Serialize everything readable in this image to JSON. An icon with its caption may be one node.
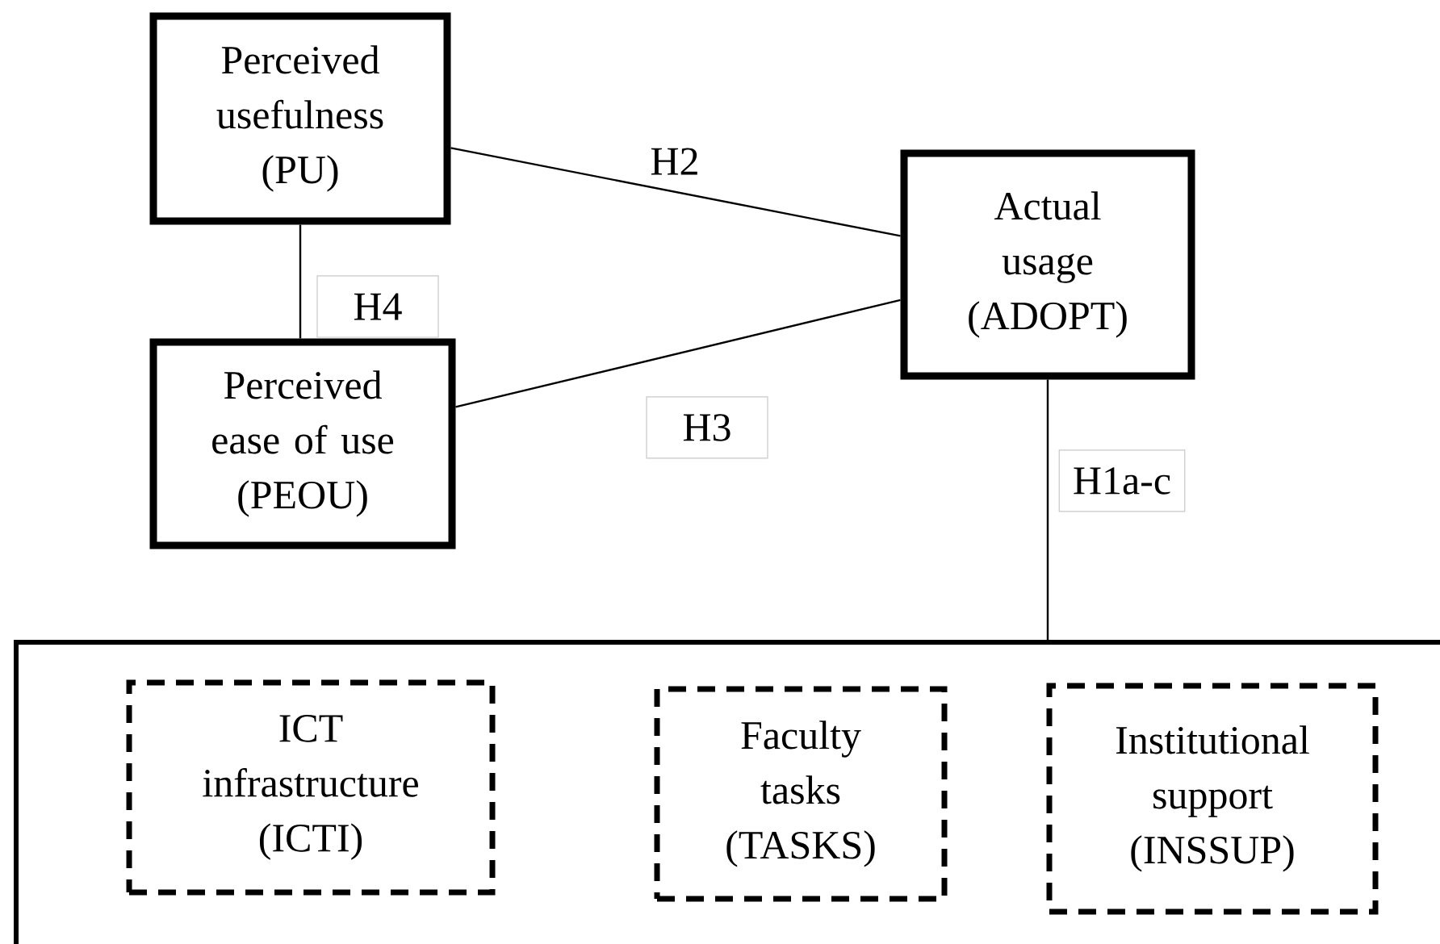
{
  "diagram": {
    "nodes": [
      {
        "text": [
          "Perceived usefulness (PU)"
        ]
      },
      {
        "text": [
          "Perceived ease of use (PEOU)"
        ]
      },
      {
        "text": [
          "Actual usage (ADOPT)"
        ]
      },
      {
        "text": [],
        "shape": "box"
      },
      {
        "text": [
          "ICT infrastructure (ICTI)"
        ],
        "in": 3
      },
      {
        "text": [
          "Faculty tasks (TASKS)"
        ],
        "in": 3
      },
      {
        "text": [
          "Institutional support (INSSUP)"
        ],
        "in": 3
      }
    ],
    "edges": [
      {
        "from": 0,
        "to": 2,
        "arrow": "none",
        "label": "H2"
      },
      {
        "from": 0,
        "to": 1,
        "arrow": "none",
        "label": "H4"
      },
      {
        "from": 1,
        "to": 2,
        "arrow": "none",
        "label": "H3"
      },
      {
        "from": 2,
        "to": 3,
        "arrow": "none",
        "label": "H1a-c"
      }
    ]
  }
}
